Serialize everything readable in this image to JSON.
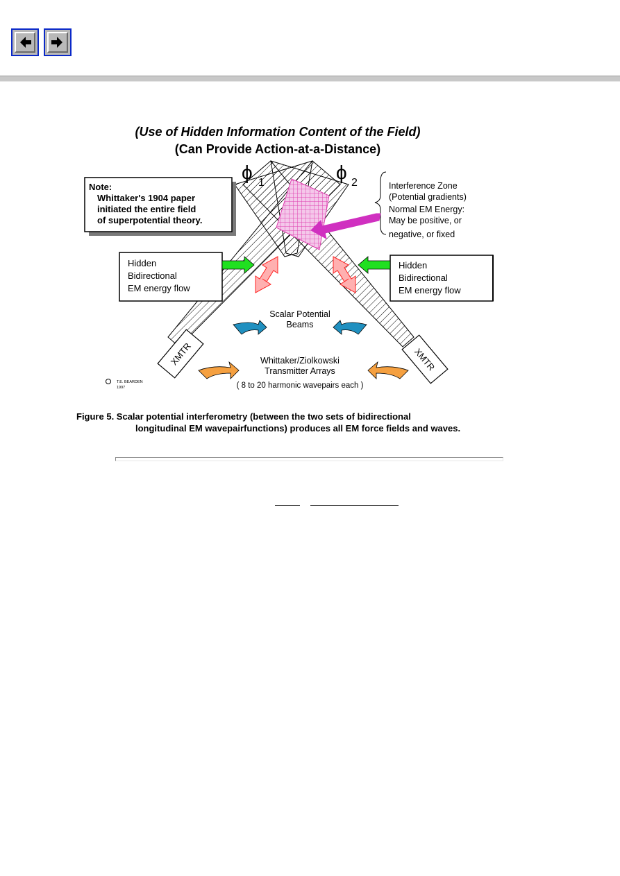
{
  "nav": {
    "back_label": "Back",
    "forward_label": "Forward",
    "back_icon": "arrow-left-icon",
    "forward_icon": "arrow-right-icon"
  },
  "figure": {
    "title_line1": "(Use of Hidden Information Content of the Field)",
    "title_line2": "(Can Provide Action-at-a-Distance)",
    "phi1": "ϕ",
    "phi1_sub": "1",
    "phi2": "ϕ",
    "phi2_sub": "2",
    "note": {
      "heading": "Note:",
      "line1": "Whittaker's 1904 paper",
      "line2": "initiated the entire field",
      "line3": "of superpotential theory."
    },
    "interference": {
      "line1": "Interference  Zone",
      "line2": "(Potential gradients)",
      "line3": "Normal EM Energy:",
      "line4": "May be positive, or",
      "line5": "negative, or fixed"
    },
    "hidden_left": {
      "line1": "Hidden",
      "line2": "Bidirectional",
      "line3": "EM energy flow"
    },
    "hidden_right": {
      "line1": "Hidden",
      "line2": "Bidirectional",
      "line3": "EM energy flow"
    },
    "scalar": {
      "line1": "Scalar Potential",
      "line2": "Beams"
    },
    "transmitter": {
      "line1": "Whittaker/Ziolkowski",
      "line2": "Transmitter Arrays",
      "line3": "( 8 to 20 harmonic wavepairs each )"
    },
    "xmtr_left": "XMTR",
    "xmtr_right": "XMTR",
    "copyright": {
      "line1": "T.E. BEARDEN",
      "line2": "1997"
    },
    "caption": {
      "line1": "Figure 5.  Scalar potential interferometry (between the two sets of bidirectional",
      "line2": "longitudinal EM wavepairfunctions) produces all EM force fields and waves."
    }
  },
  "colors": {
    "nav_border": "#0a28c8",
    "interference_fill": "#e040b0",
    "green_arrow": "#20e020",
    "red_arrow": "#ff4040",
    "blue_arrow": "#2090c0",
    "orange_arrow": "#f5a040",
    "magenta_arrow": "#d030c0"
  }
}
